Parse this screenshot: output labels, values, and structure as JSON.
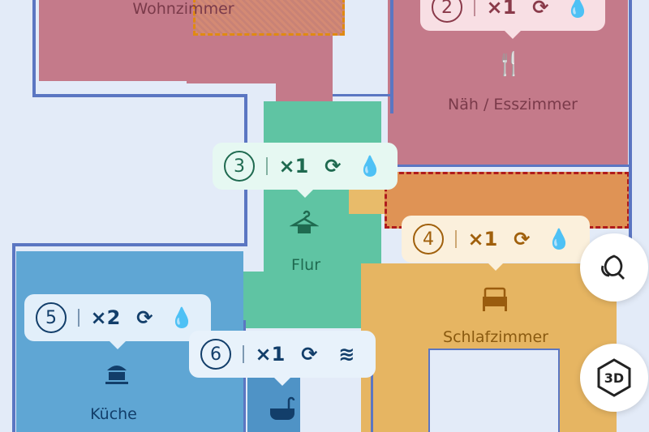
{
  "colors": {
    "background": "#e3ebf8",
    "wall": "#5b76c2",
    "wohnzimmer": "#c47a8a",
    "esszimmer": "#c47a8a",
    "flur": "#5fc4a3",
    "schlafzimmer": "#e6b562",
    "kueche": "#5fa6d4",
    "bad": "#4f93c6",
    "restricted_zone": "#df9355"
  },
  "rooms": [
    {
      "name": "Wohnzimmer"
    },
    {
      "name": "Näh / Esszimmer",
      "icon": "fork-knife-icon",
      "order": "2",
      "passes": "×1",
      "suction": "suction-icon",
      "water": "water-drop-icon"
    },
    {
      "name": "Flur",
      "icon": "hanger-icon",
      "order": "3",
      "passes": "×1",
      "suction": "suction-icon",
      "water": "water-drop-icon"
    },
    {
      "name": "Schlafzimmer",
      "icon": "bed-icon",
      "order": "4",
      "passes": "×1",
      "suction": "suction-icon",
      "water": "water-drop-icon"
    },
    {
      "name": "Küche",
      "icon": "cooking-pot-icon",
      "order": "5",
      "passes": "×2",
      "suction": "suction-icon",
      "water": "water-drop-icon"
    },
    {
      "name": "",
      "icon": "bathtub-icon",
      "order": "6",
      "passes": "×1",
      "suction": "suction-icon",
      "water": "waves-icon"
    }
  ],
  "controls": {
    "eco_button": "leaf-icon",
    "view_3d_label": "3D"
  }
}
